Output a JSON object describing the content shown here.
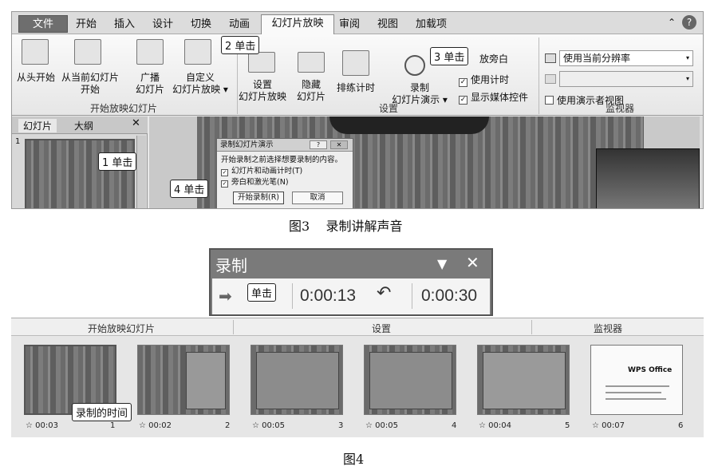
{
  "ribbon": {
    "tabs": [
      "文件",
      "开始",
      "插入",
      "设计",
      "切换",
      "动画",
      "幻灯片放映",
      "审阅",
      "视图",
      "加载项"
    ],
    "buttons": {
      "from_start": "从头开始",
      "from_current_1": "从当前幻灯片",
      "from_current_2": "开始",
      "broadcast_1": "广播",
      "broadcast_2": "幻灯片",
      "custom_1": "自定义",
      "custom_2": "幻灯片放映 ▾",
      "setup_1": "设置",
      "setup_2": "幻灯片放映",
      "hide_1": "隐藏",
      "hide_2": "幻灯片",
      "rehearse": "排练计时",
      "record_1": "录制",
      "record_2": "幻灯片演示 ▾"
    },
    "checks": {
      "narration": "放旁白",
      "timing": "使用计时",
      "media": "显示媒体控件"
    },
    "monitor": {
      "resolution": "使用当前分辨率",
      "presenter": "使用演示者视图"
    },
    "groups": {
      "start": "开始放映幻灯片",
      "setup": "设置",
      "monitor": "监视器"
    },
    "pane_tabs": [
      "幻灯片",
      "大纲"
    ],
    "slide_number": "1"
  },
  "dialog": {
    "title": "录制幻灯片演示",
    "prompt": "开始录制之前选择想要录制的内容。",
    "opt1": "幻灯片和动画计时(T)",
    "opt2": "旁白和激光笔(N)",
    "start_button": "开始录制(R)",
    "cancel_button": "取消"
  },
  "callouts": {
    "c1": "1 单击",
    "c2": "2 单击",
    "c3": "3 单击",
    "c4": "4 单击",
    "c5": "单击",
    "c6": "录制的时间"
  },
  "captions": {
    "fig3_num": "图3",
    "fig3_title": "录制讲解声音",
    "fig4": "图4"
  },
  "recorder": {
    "title": "录制",
    "slide_time": "0:00:13",
    "total_time": "0:00:30"
  },
  "strip": {
    "groups": [
      "开始放映幻灯片",
      "设置",
      "监视器"
    ],
    "thumbs": [
      {
        "time": "00:03",
        "num": "1"
      },
      {
        "time": "00:02",
        "num": "2"
      },
      {
        "time": "00:05",
        "num": "3"
      },
      {
        "time": "00:05",
        "num": "4"
      },
      {
        "time": "00:04",
        "num": "5"
      },
      {
        "time": "00:07",
        "num": "6"
      }
    ],
    "wps_text": "WPS Office"
  },
  "icons": [
    "help-icon",
    "close-icon",
    "arrow-right-icon",
    "undo-icon",
    "dropdown-triangle-icon",
    "star-icon"
  ]
}
